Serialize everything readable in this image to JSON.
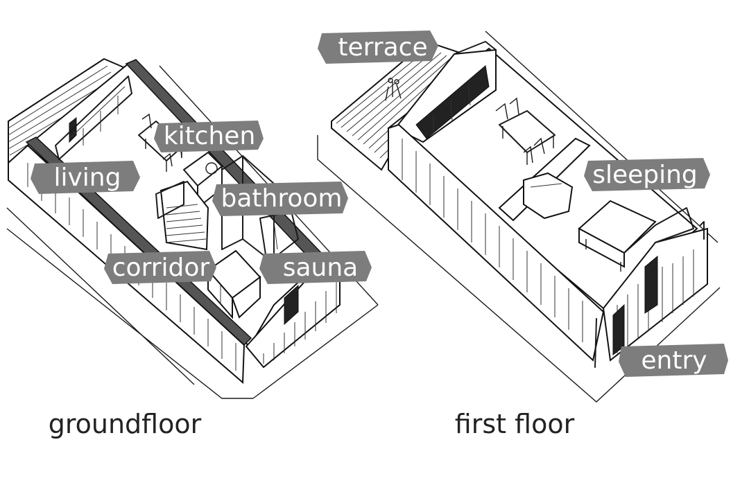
{
  "groundfloor": {
    "caption": "groundfloor",
    "rooms": {
      "kitchen": "kitchen",
      "living": "living",
      "bathroom": "bathroom",
      "corridor": "corridor",
      "sauna": "sauna"
    }
  },
  "first_floor": {
    "caption": "first floor",
    "rooms": {
      "terrace": "terrace",
      "sleeping": "sleeping",
      "entry": "entry"
    }
  },
  "colors": {
    "label_brush": "#7d7d7d",
    "label_text": "#ffffff",
    "linework": "#1a1a1a"
  }
}
